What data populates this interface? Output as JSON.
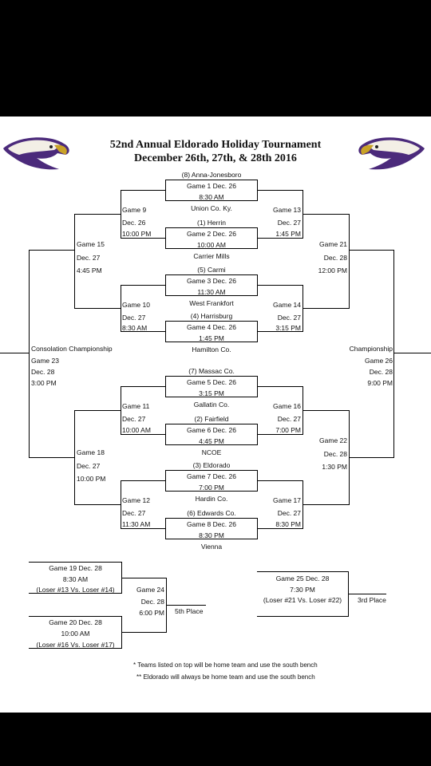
{
  "header": {
    "title": "52nd Annual Eldorado Holiday Tournament",
    "subtitle": "December 26th, 27th, & 28th 2016"
  },
  "colors": {
    "eagle_purple": "#4b2a7b",
    "eagle_gold": "#c9a227",
    "background": "#000000"
  },
  "icons": {
    "left_logo": "eagle-head-icon",
    "right_logo": "eagle-head-icon"
  },
  "first_round": [
    {
      "top": "(8) Anna-Jonesboro",
      "game": "Game 1  Dec. 26",
      "time": "8:30 AM",
      "bottom": "Union Co. Ky."
    },
    {
      "top": "(1) Herrin",
      "game": "Game 2  Dec. 26",
      "time": "10:00 AM",
      "bottom": "Carrier Mills"
    },
    {
      "top": "(5) Carmi",
      "game": "Game 3  Dec. 26",
      "time": "11:30 AM",
      "bottom": "West Frankfort"
    },
    {
      "top": "(4) Harrisburg",
      "game": "Game 4  Dec. 26",
      "time": "1:45 PM",
      "bottom": "Hamilton Co."
    },
    {
      "top": "(7) Massac Co.",
      "game": "Game 5  Dec. 26",
      "time": "3:15 PM",
      "bottom": "Gallatin Co."
    },
    {
      "top": "(2) Fairfield",
      "game": "Game 6  Dec. 26",
      "time": "4:45 PM",
      "bottom": "NCOE"
    },
    {
      "top": "(3) Eldorado",
      "game": "Game 7  Dec. 26",
      "time": "7:00 PM",
      "bottom": "Hardin Co."
    },
    {
      "top": "(6) Edwards Co.",
      "game": "Game 8  Dec. 26",
      "time": "8:30 PM",
      "bottom": "Vienna"
    }
  ],
  "left_bracket": {
    "game9": {
      "game": "Game 9",
      "date": "Dec. 26",
      "time": "10:00 PM"
    },
    "game10": {
      "game": "Game 10",
      "date": "Dec. 27",
      "time": "8:30 AM"
    },
    "game11": {
      "game": "Game 11",
      "date": "Dec. 27",
      "time": "10:00 AM"
    },
    "game12": {
      "game": "Game 12",
      "date": "Dec. 27",
      "time": "11:30 AM"
    },
    "game15": {
      "game": "Game 15",
      "date": "Dec. 27",
      "time": "4:45 PM"
    },
    "game18": {
      "game": "Game 18",
      "date": "Dec. 27",
      "time": "10:00 PM"
    },
    "game23": {
      "label": "Consolation Championship",
      "game": "Game 23",
      "date": "Dec. 28",
      "time": "3:00 PM"
    }
  },
  "right_bracket": {
    "game13": {
      "game": "Game 13",
      "date": "Dec. 27",
      "time": "1:45 PM"
    },
    "game14": {
      "game": "Game 14",
      "date": "Dec. 27",
      "time": "3:15 PM"
    },
    "game16": {
      "game": "Game 16",
      "date": "Dec. 27",
      "time": "7:00 PM"
    },
    "game17": {
      "game": "Game 17",
      "date": "Dec. 27",
      "time": "8:30 PM"
    },
    "game21": {
      "game": "Game 21",
      "date": "Dec. 28",
      "time": "12:00 PM"
    },
    "game22": {
      "game": "Game 22",
      "date": "Dec. 28",
      "time": "1:30 PM"
    },
    "game26": {
      "label": "Championship",
      "game": "Game 26",
      "date": "Dec. 28",
      "time": "9:00 PM"
    }
  },
  "placement": {
    "game19": {
      "game": "Game 19  Dec. 28",
      "time": "8:30 AM",
      "matchup": "(Loser #13 Vs. Loser #14)"
    },
    "game20": {
      "game": "Game 20  Dec. 28",
      "time": "10:00 AM",
      "matchup": "(Loser #16 Vs. Loser #17)"
    },
    "game24": {
      "game": "Game 24",
      "date": "Dec. 28",
      "time": "6:00 PM",
      "label": "5th Place"
    },
    "game25": {
      "game": "Game 25  Dec. 28",
      "time": "7:30 PM",
      "matchup": "(Loser #21 Vs. Loser #22)",
      "label": "3rd Place"
    }
  },
  "notes": [
    "* Teams listed on top will be home team and use the south bench",
    "** Eldorado will always be home team and use the south bench"
  ]
}
